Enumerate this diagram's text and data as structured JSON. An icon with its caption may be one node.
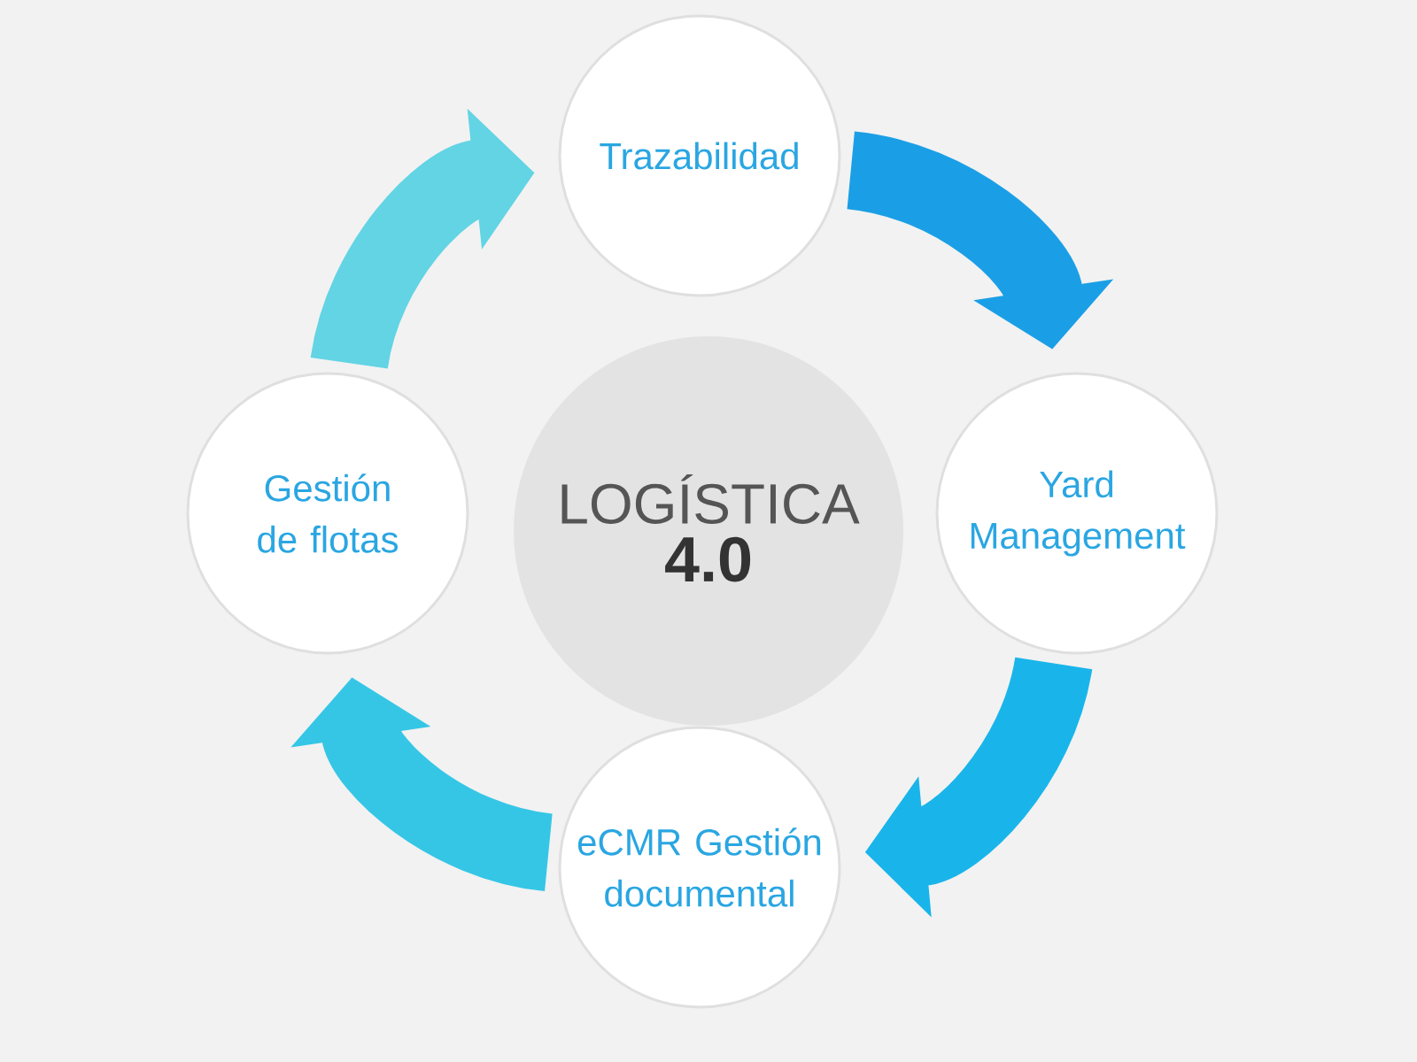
{
  "diagram": {
    "nodes": [
      {
        "text": [
          "LOGÍSTICA",
          "4.0"
        ]
      },
      {
        "text": [
          "Trazabilidad"
        ]
      },
      {
        "text": [
          "Yard Management"
        ]
      },
      {
        "text": [
          "eCMR Gestión documental"
        ]
      },
      {
        "text": [
          "Gestión de flotas"
        ]
      }
    ],
    "edges": [
      {
        "from": 1,
        "to": 2,
        "arrow": "to",
        "color": "#1a9fe6"
      },
      {
        "from": 2,
        "to": 3,
        "arrow": "to",
        "color": "#19b5ea"
      },
      {
        "from": 3,
        "to": 4,
        "arrow": "to",
        "color": "#35c6e6"
      },
      {
        "from": 4,
        "to": 1,
        "arrow": "to",
        "color": "#62d4e4"
      }
    ]
  }
}
